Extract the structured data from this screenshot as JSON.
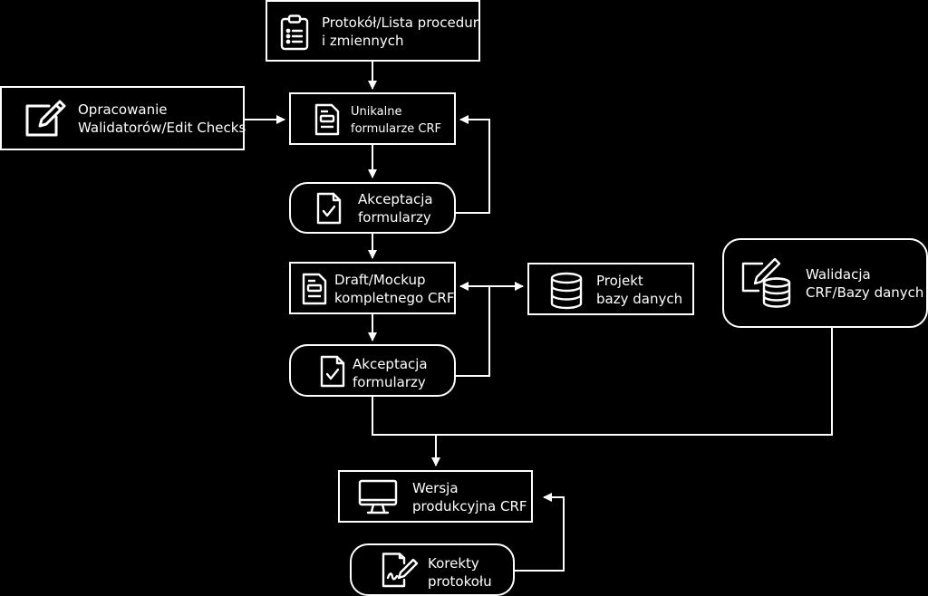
{
  "nodes": {
    "protocol": {
      "line1": "Protokół/Lista procedur",
      "line2": "i zmiennych",
      "icon": "clipboard-list-icon"
    },
    "validators": {
      "line1": "Opracowanie",
      "line2": "Walidatorów/Edit Checks",
      "icon": "pencil-square-icon"
    },
    "unique_forms": {
      "line1": "Unikalne",
      "line2": "formularze CRF",
      "icon": "form-document-icon"
    },
    "accept1": {
      "line1": "Akceptacja",
      "line2": "formularzy",
      "icon": "document-check-icon"
    },
    "draft": {
      "line1": "Draft/Mockup",
      "line2": "kompletnego CRF",
      "icon": "form-document-icon"
    },
    "database": {
      "line1": "Projekt",
      "line2": "bazy danych",
      "icon": "database-icon"
    },
    "validation": {
      "line1": "Walidacja",
      "line2": "CRF/Bazy danych",
      "icon": "database-edit-icon"
    },
    "accept2": {
      "line1": "Akceptacja",
      "line2": "formularzy",
      "icon": "document-check-icon"
    },
    "production": {
      "line1": "Wersja",
      "line2": "produkcyjna CRF",
      "icon": "monitor-icon"
    },
    "corrections": {
      "line1": "Korekty",
      "line2": "protokołu",
      "icon": "signed-document-icon"
    }
  },
  "colors": {
    "background": "#000000",
    "foreground": "#ffffff"
  }
}
